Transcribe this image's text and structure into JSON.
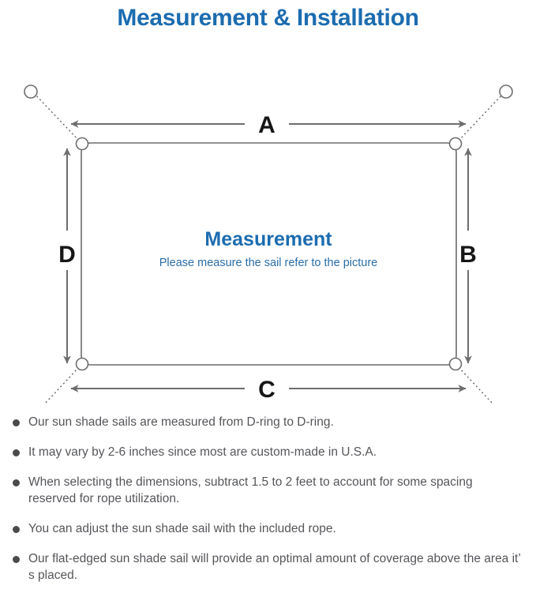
{
  "header": {
    "title": "Measurement & Installation",
    "title_color": "#1c6cb0"
  },
  "diagram": {
    "center_title": "Measurement",
    "center_subtitle": "Please measure the sail refer to the picture",
    "dimension_labels": {
      "top": "A",
      "right": "B",
      "bottom": "C",
      "left": "D"
    },
    "sail_stroke_color": "#6b6b6b",
    "arrow_color": "#6e6e6e",
    "rope_style": "dotted",
    "anchor_count": 4,
    "d_ring_count": 4
  },
  "notes": {
    "bullet_color": "#4a4a4a",
    "items": [
      "Our sun shade sails are measured from D-ring to D-ring.",
      "It may vary by 2-6 inches since most are custom-made in U.S.A.",
      "When selecting the dimensions, subtract 1.5 to 2 feet to account for some spacing reserved for rope utilization.",
      "You can adjust the sun shade sail with the included rope.",
      "Our flat-edged sun shade sail will provide an optimal amount of coverage above the area it’ s placed."
    ]
  }
}
